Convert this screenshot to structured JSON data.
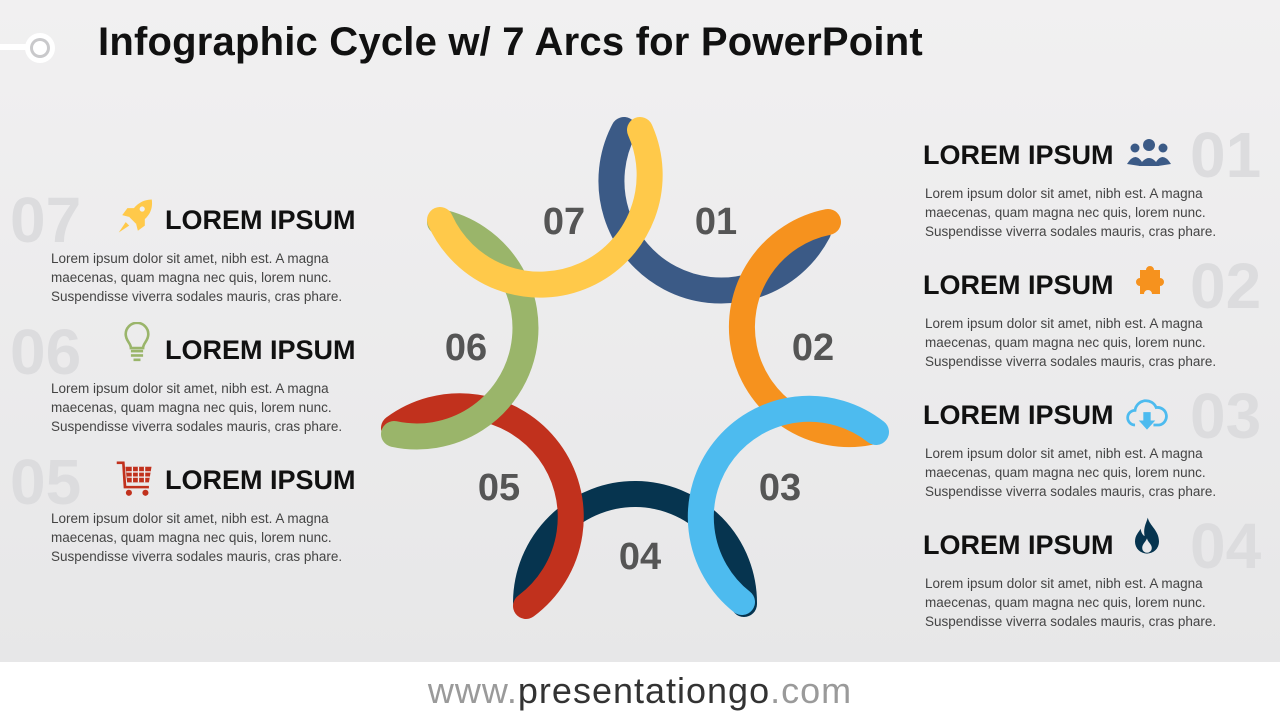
{
  "title": "Infographic Cycle w/ 7 Arcs for PowerPoint",
  "footer": {
    "prefix": "www.",
    "main": "presentationgo",
    "suffix": ".com"
  },
  "diagram": {
    "labels": [
      "01",
      "02",
      "03",
      "04",
      "05",
      "06",
      "07"
    ],
    "colors": [
      "#3b5a86",
      "#f6921e",
      "#4dbbef",
      "#06344f",
      "#c1311d",
      "#9ab56a",
      "#ffc94a"
    ]
  },
  "items": [
    {
      "num": "01",
      "heading": "LOREM IPSUM",
      "icon": "users-icon",
      "color": "#3b5a86",
      "lines": [
        "Lorem ipsum dolor sit amet, nibh est. A magna",
        "maecenas, quam magna nec quis, lorem nunc.",
        "Suspendisse viverra sodales mauris, cras phare."
      ]
    },
    {
      "num": "02",
      "heading": "LOREM IPSUM",
      "icon": "puzzle-icon",
      "color": "#f6921e",
      "lines": [
        "Lorem ipsum dolor sit amet, nibh est. A magna",
        "maecenas, quam magna nec quis, lorem nunc.",
        "Suspendisse viverra sodales mauris, cras phare."
      ]
    },
    {
      "num": "03",
      "heading": "LOREM IPSUM",
      "icon": "cloud-download-icon",
      "color": "#4dbbef",
      "lines": [
        "Lorem ipsum dolor sit amet, nibh est. A magna",
        "maecenas, quam magna nec quis, lorem nunc.",
        "Suspendisse viverra sodales mauris, cras phare."
      ]
    },
    {
      "num": "04",
      "heading": "LOREM IPSUM",
      "icon": "flame-icon",
      "color": "#06344f",
      "lines": [
        "Lorem ipsum dolor sit amet, nibh est. A magna",
        "maecenas, quam magna nec quis, lorem nunc.",
        "Suspendisse viverra sodales mauris, cras phare."
      ]
    },
    {
      "num": "05",
      "heading": "LOREM IPSUM",
      "icon": "shopping-cart-icon",
      "color": "#c1311d",
      "lines": [
        "Lorem ipsum dolor sit amet, nibh est. A magna",
        "maecenas, quam magna nec quis, lorem nunc.",
        "Suspendisse viverra sodales mauris, cras phare."
      ]
    },
    {
      "num": "06",
      "heading": "LOREM IPSUM",
      "icon": "lightbulb-icon",
      "color": "#9ab56a",
      "lines": [
        "Lorem ipsum dolor sit amet, nibh est. A magna",
        "maecenas, quam magna nec quis, lorem nunc.",
        "Suspendisse viverra sodales mauris, cras phare."
      ]
    },
    {
      "num": "07",
      "heading": "LOREM IPSUM",
      "icon": "rocket-icon",
      "color": "#ffc94a",
      "lines": [
        "Lorem ipsum dolor sit amet, nibh est. A magna",
        "maecenas, quam magna nec quis, lorem nunc.",
        "Suspendisse viverra sodales mauris, cras phare."
      ]
    }
  ]
}
